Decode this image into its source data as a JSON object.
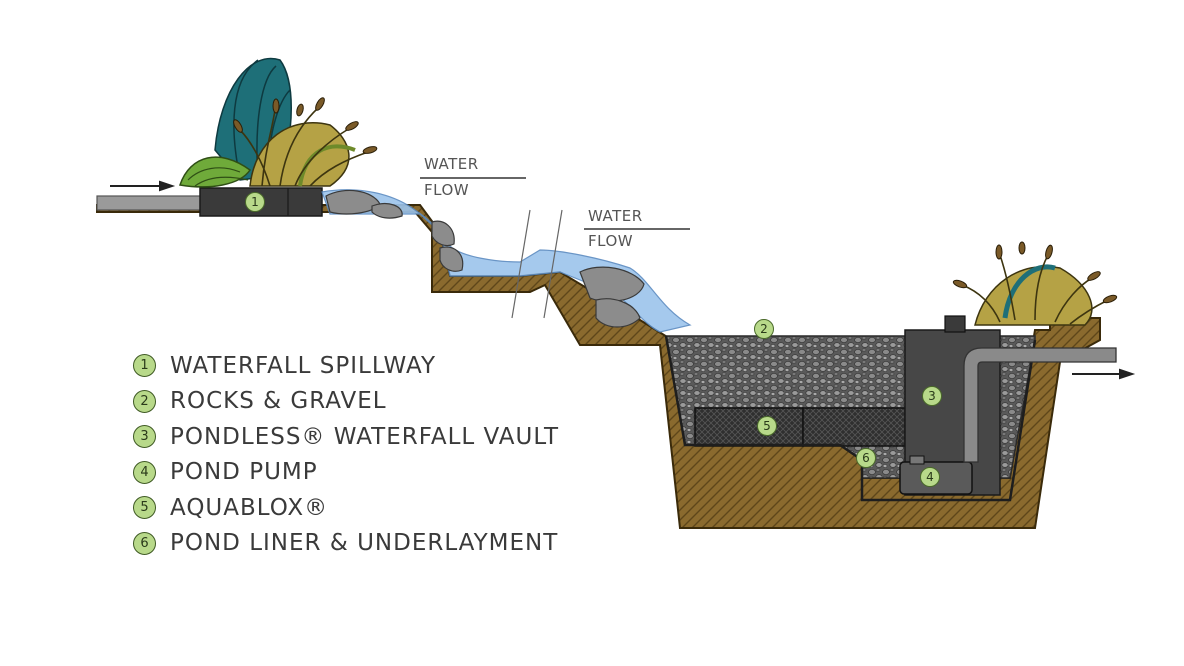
{
  "flow_labels": [
    {
      "line1": "WATER",
      "line2": "FLOW"
    },
    {
      "line1": "WATER",
      "line2": "FLOW"
    }
  ],
  "badges": [
    "1",
    "2",
    "3",
    "4",
    "5",
    "6"
  ],
  "legend": [
    {
      "num": "1",
      "label": "WATERFALL SPILLWAY"
    },
    {
      "num": "2",
      "label": "ROCKS & GRAVEL"
    },
    {
      "num": "3",
      "label": "PONDLESS® WATERFALL VAULT"
    },
    {
      "num": "4",
      "label": "POND PUMP"
    },
    {
      "num": "5",
      "label": "AQUABLOX®"
    },
    {
      "num": "6",
      "label": "POND LINER & UNDERLAYMENT"
    }
  ],
  "colors": {
    "soil": "#8a6a2e",
    "soil_dark": "#5a4418",
    "water": "#9cc4ec",
    "gravel": "#6d6d6d",
    "vault": "#4a4a4a",
    "badge": "#b8d98a"
  }
}
